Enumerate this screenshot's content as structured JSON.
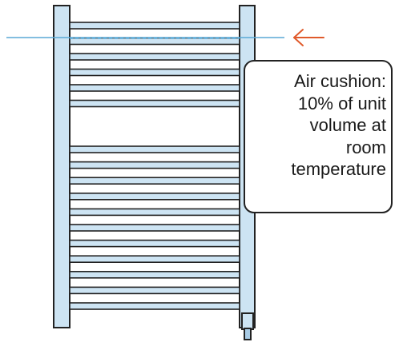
{
  "callout": {
    "lines": [
      "Air cushion:",
      "10% of unit",
      "volume at",
      "room",
      "temperature"
    ]
  },
  "colors": {
    "outline": "#222222",
    "fill": "#cde4f3",
    "level_line": "#5aa9d6",
    "arrow": "#e05a2b"
  },
  "icons": {
    "arrow": "arrow-left-icon",
    "valve": "valve-icon"
  }
}
